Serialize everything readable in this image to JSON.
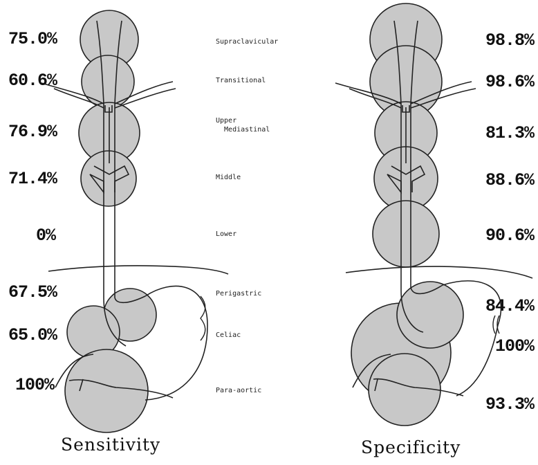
{
  "regions": {
    "supraclavicular": "Supraclavicular",
    "transitional": "Transitional",
    "upper_mediastinal": "Upper\n  Mediastinal",
    "middle": "Middle",
    "lower": "Lower",
    "perigastric": "Perigastric",
    "celiac": "Celiac",
    "para_aortic": "Para-aortic"
  },
  "sensitivity": {
    "caption": "Sensitivity",
    "values": {
      "supraclavicular": "75.0%",
      "transitional": "60.6%",
      "upper_mediastinal": "76.9%",
      "middle": "71.4%",
      "lower": "0%",
      "perigastric": "67.5%",
      "celiac": "65.0%",
      "para_aortic": "100%"
    }
  },
  "specificity": {
    "caption": "Specificity",
    "values": {
      "supraclavicular": "98.8%",
      "transitional": "98.6%",
      "upper_mediastinal": "81.3%",
      "middle": "88.6%",
      "lower": "90.6%",
      "perigastric": "84.4%",
      "celiac": "100%",
      "para_aortic": "93.3%"
    }
  },
  "colors": {
    "circle_fill": "#c8c8c8",
    "stroke": "#222222"
  }
}
